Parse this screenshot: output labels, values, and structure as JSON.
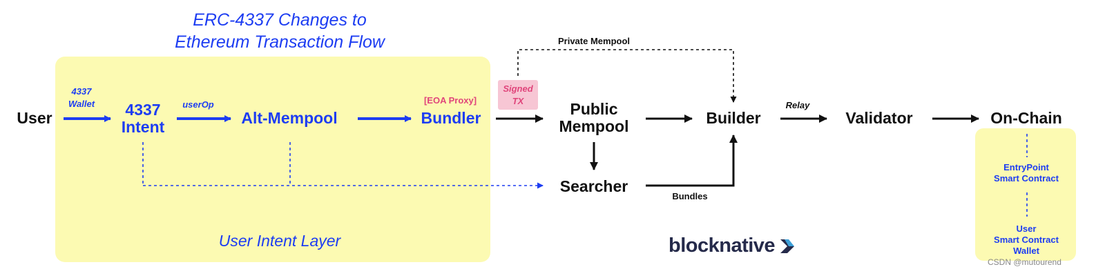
{
  "title": {
    "line1": "ERC-4337 Changes to",
    "line2": "Ethereum Transaction Flow"
  },
  "zone": {
    "user_intent_layer": "User Intent Layer"
  },
  "nodes": {
    "user": "User",
    "intent_line1": "4337",
    "intent_line2": "Intent",
    "alt_mempool": "Alt-Mempool",
    "bundler": "Bundler",
    "public_mempool_line1": "Public",
    "public_mempool_line2": "Mempool",
    "searcher": "Searcher",
    "builder": "Builder",
    "validator": "Validator",
    "onchain": "On-Chain"
  },
  "labels": {
    "wallet_line1": "4337",
    "wallet_line2": "Wallet",
    "userop": "userOp",
    "eoa_proxy": "[EOA Proxy]",
    "signed_line1": "Signed",
    "signed_line2": "TX",
    "private_mempool": "Private Mempool",
    "relay": "Relay",
    "bundles": "Bundles"
  },
  "onchain_items": {
    "entrypoint_line1": "EntryPoint",
    "entrypoint_line2": "Smart Contract",
    "user_wallet_line1": "User",
    "user_wallet_line2": "Smart Contract",
    "user_wallet_line3": "Wallet"
  },
  "brand": {
    "logo": "blocknative"
  },
  "watermark": "CSDN @mutourend",
  "colors": {
    "blue": "#1d3df2",
    "zone": "#fcfab2",
    "signed_bg": "#f7c6d4",
    "signed_text": "#e0457b",
    "black": "#111111"
  }
}
